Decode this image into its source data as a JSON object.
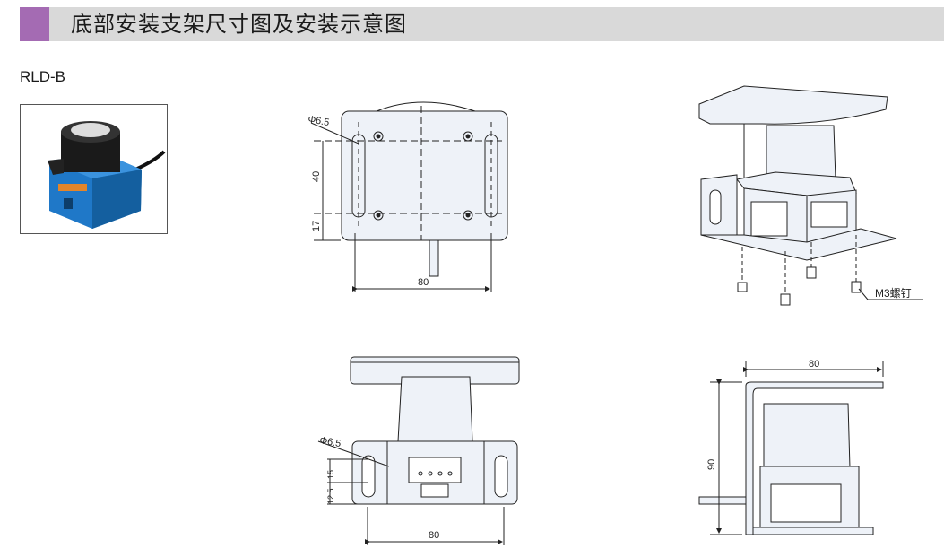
{
  "header": {
    "title": "底部安装支架尺寸图及安装示意图",
    "accent_color": "#a46bb3",
    "bar_color": "#d9d9d9"
  },
  "model": {
    "name": "RLD-B"
  },
  "views": {
    "top": {
      "dia": "Φ6.5",
      "dim_v1": "40",
      "dim_v2": "17",
      "dim_h": "80"
    },
    "iso": {
      "screw": "M3螺钉"
    },
    "front": {
      "dia": "Φ6.5",
      "dim_v1": "15",
      "dim_v2": "12.5",
      "dim_h": "80"
    },
    "side": {
      "dim_h": "80",
      "dim_v": "90"
    }
  }
}
